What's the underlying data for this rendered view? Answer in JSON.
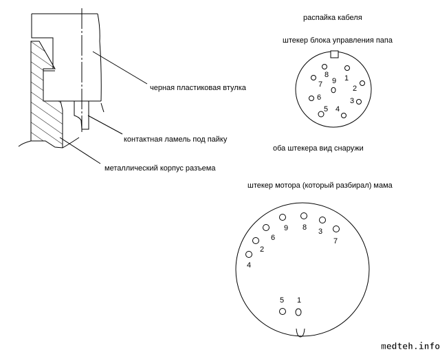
{
  "section_drawing": {
    "label_sleeve": "черная пластиковая втулка",
    "label_contact": "контактная ламель под пайку",
    "label_body": "металлический корпус разъема"
  },
  "cable": {
    "title": "распайка кабеля",
    "control_plug_title": "штекер блока управления папа",
    "view_note": "оба штекера вид снаружи",
    "motor_plug_title": "штекер мотора (который разбирал) мама",
    "control_pins": [
      "8",
      "1",
      "7",
      "9",
      "2",
      "6",
      "3",
      "5",
      "4"
    ],
    "motor_pins": [
      "9",
      "8",
      "3",
      "7",
      "6",
      "2",
      "4",
      "5",
      "1"
    ]
  },
  "watermark": "medteh.info"
}
